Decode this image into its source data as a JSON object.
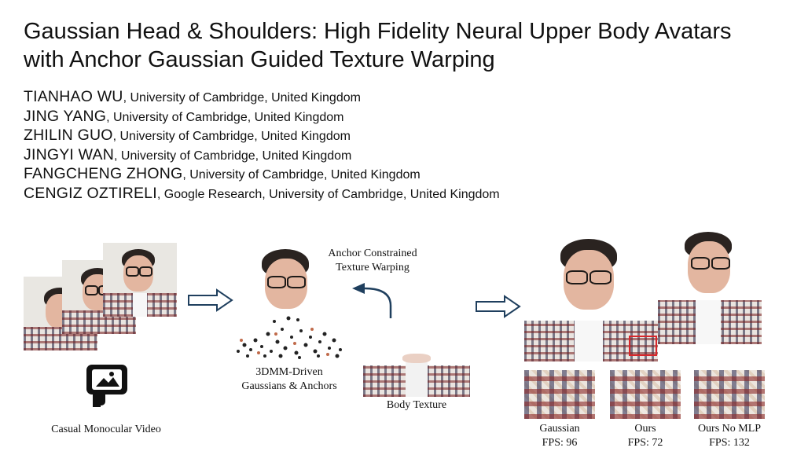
{
  "paper": {
    "title_line1": "Gaussian Head & Shoulders: High Fidelity Neural Upper Body Avatars",
    "title_line2": "with Anchor Gaussian Guided Texture Warping",
    "authors": [
      {
        "name": "TIANHAO WU",
        "affiliation": ", University of Cambridge, United Kingdom"
      },
      {
        "name": "JING YANG",
        "affiliation": ", University of Cambridge, United Kingdom"
      },
      {
        "name": "ZHILIN GUO",
        "affiliation": ", University of Cambridge, United Kingdom"
      },
      {
        "name": "JINGYI WAN",
        "affiliation": ", University of Cambridge, United Kingdom"
      },
      {
        "name": "FANGCHENG ZHONG",
        "affiliation": ", University of Cambridge, United Kingdom"
      },
      {
        "name": "CENGIZ OZTIRELI",
        "affiliation": ", Google Research, University of Cambridge, United Kingdom"
      }
    ]
  },
  "figure": {
    "captions": {
      "input": "Casual Monocular Video",
      "gaussians_line1": "3DMM-Driven",
      "gaussians_line2": "Gaussians & Anchors",
      "warping_line1": "Anchor Constrained",
      "warping_line2": "Texture Warping",
      "body_texture": "Body Texture"
    },
    "comparisons": [
      {
        "method": "Gaussian",
        "fps": "FPS: 96"
      },
      {
        "method": "Ours",
        "fps": "FPS: 72"
      },
      {
        "method": "Ours No MLP",
        "fps": "FPS: 132"
      }
    ],
    "colors": {
      "arrow": "#1f3f5e",
      "highlight_box": "#d8262a"
    }
  }
}
